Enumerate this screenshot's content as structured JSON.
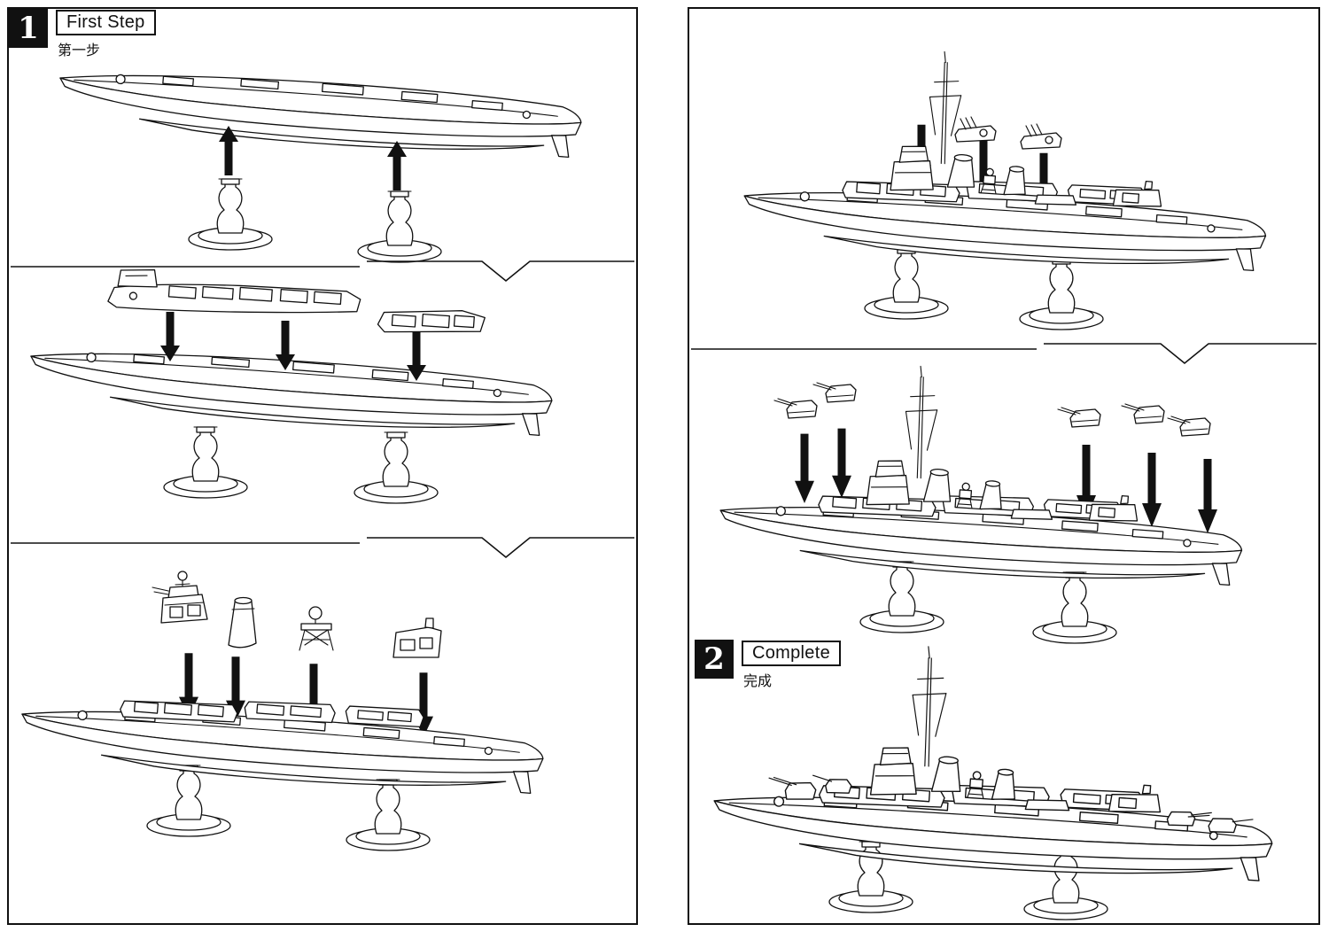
{
  "document": {
    "background": "#ffffff",
    "ink_color": "#111111"
  },
  "steps": [
    {
      "number": "1",
      "label_en": "First Step",
      "label_zh": "第一步"
    },
    {
      "number": "2",
      "label_en": "Complete",
      "label_zh": "完成"
    }
  ]
}
